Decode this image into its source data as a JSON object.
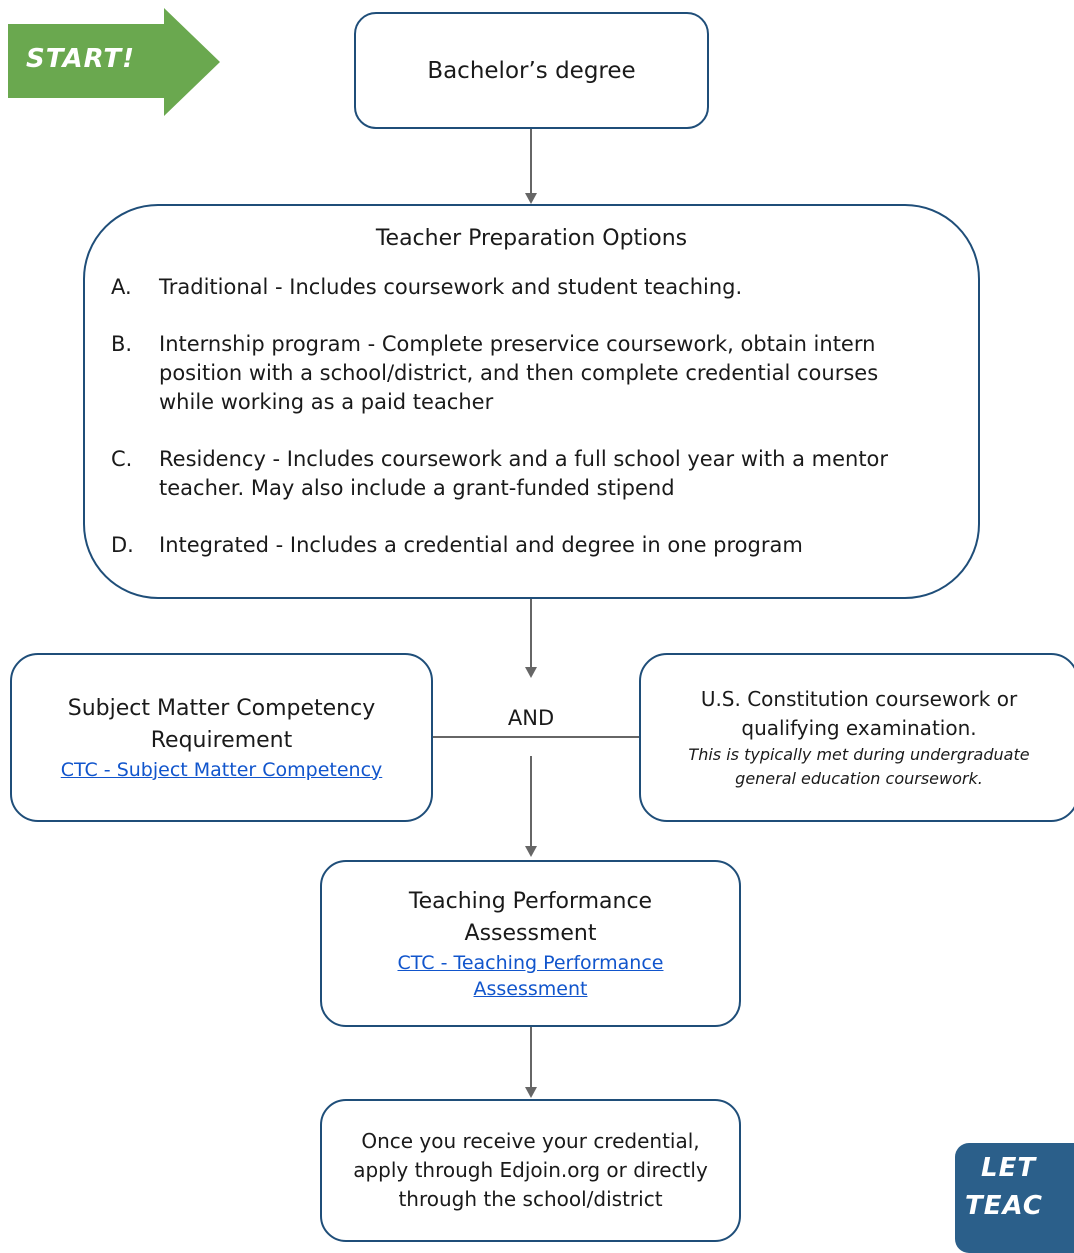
{
  "badge": {
    "text": "START!"
  },
  "box_bachelor": {
    "text": "Bachelor’s degree"
  },
  "box_options": {
    "title": "Teacher Preparation Options",
    "items": [
      {
        "letter": "A.",
        "text": "Traditional -  Includes coursework and student teaching."
      },
      {
        "letter": "B.",
        "text": "Internship program  - Complete preservice coursework, obtain intern position with a school/district, and then complete credential courses while working as a paid teacher"
      },
      {
        "letter": "C.",
        "text": "Residency - Includes coursework and a full school year with a mentor teacher. May also include a grant-funded stipend"
      },
      {
        "letter": "D.",
        "text": "Integrated - Includes a credential and degree in one program"
      }
    ]
  },
  "connector": {
    "and_label": "AND"
  },
  "box_subject": {
    "title": "Subject Matter Competency Requirement",
    "link": "CTC - Subject Matter Competency"
  },
  "box_constitution": {
    "title": "U.S. Constitution coursework or qualifying examination.",
    "note": "This is typically met during undergraduate general education coursework."
  },
  "box_tpa": {
    "title": "Teaching Performance Assessment",
    "link": "CTC - Teaching Performance Assessment"
  },
  "box_final": {
    "text": "Once you receive your credential, apply through Edjoin.org or directly through the school/district"
  },
  "corner_badge": {
    "line1": "LET",
    "line2": "TEAC"
  },
  "colors": {
    "border": "#1f4e79",
    "arrow": "#666666",
    "link": "#1155cc",
    "start_badge": "#6aa84f",
    "corner_badge": "#2b5f8a"
  }
}
